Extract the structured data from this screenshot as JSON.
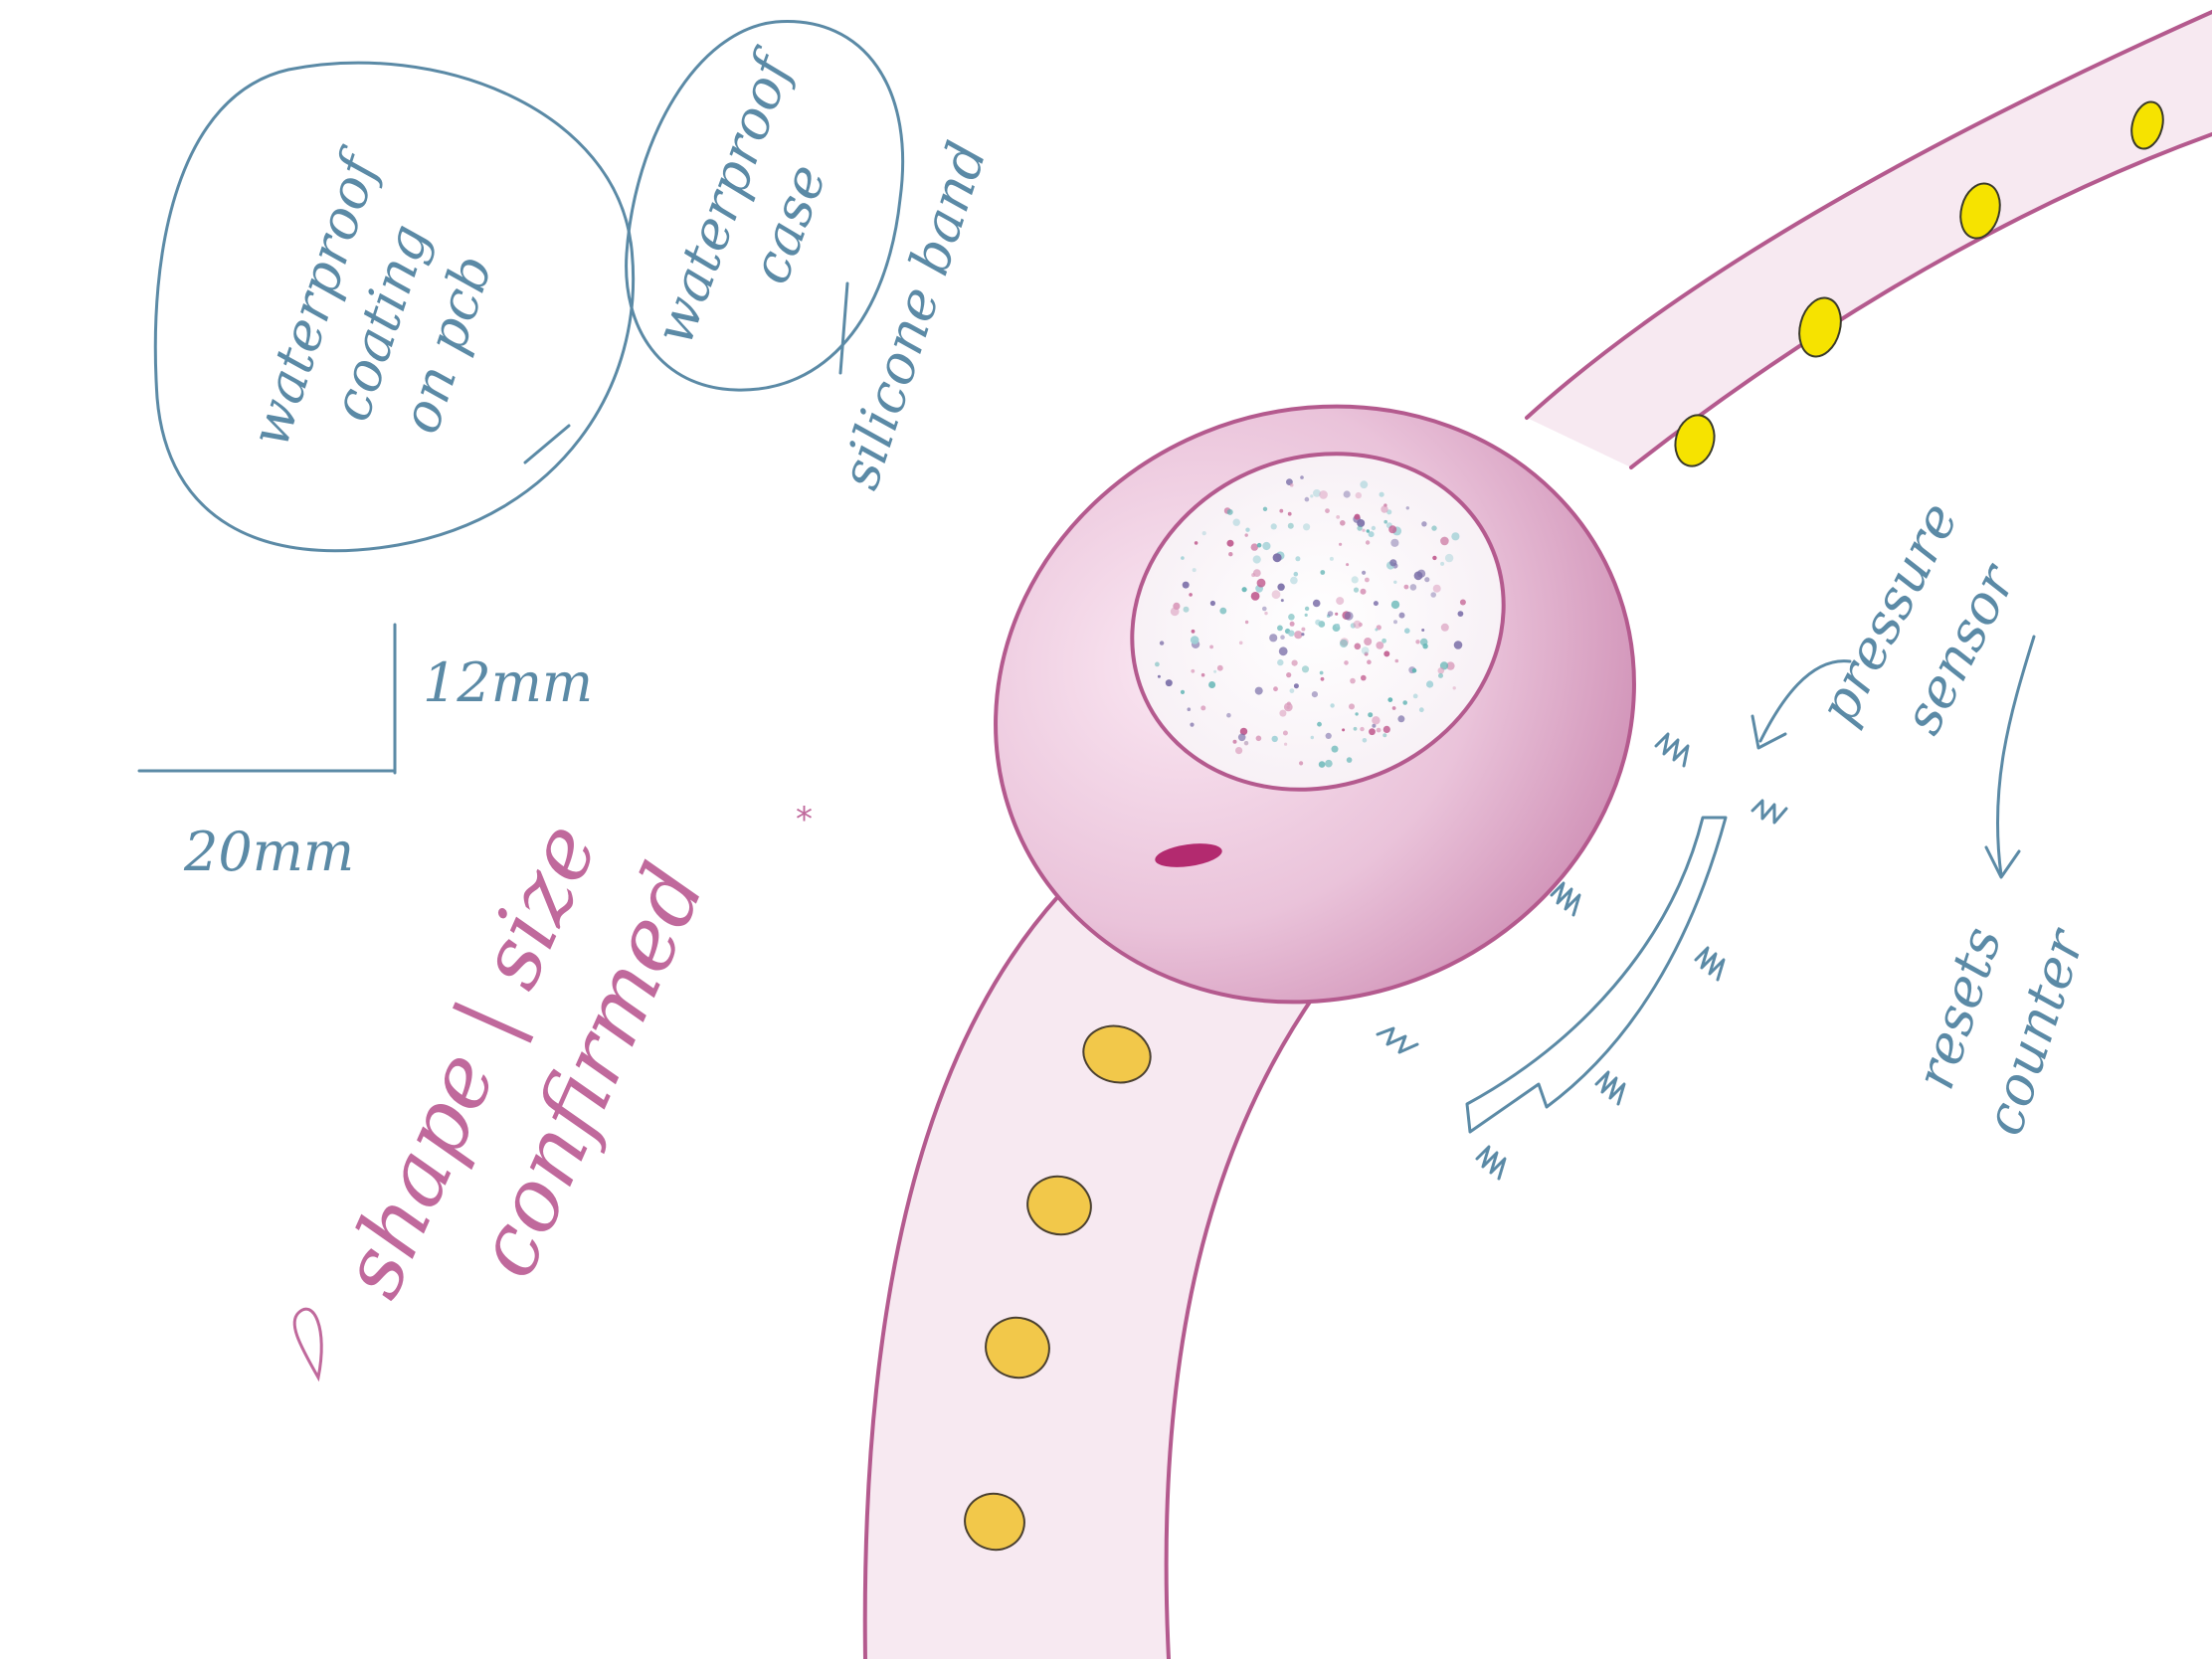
{
  "labels": {
    "coating": [
      "waterproof",
      "coating",
      "on pcb"
    ],
    "case": [
      "waterproof",
      "case"
    ],
    "band": "silicone band",
    "height": "12mm",
    "width": "20mm",
    "confirmed": [
      "shape | size",
      "confirmed"
    ],
    "sensor": [
      "pressure",
      "sensor"
    ],
    "resets": [
      "resets",
      "counter"
    ]
  },
  "colors": {
    "blue_ink": "#5b8aa6",
    "pink_ink": "#c0699c",
    "band": "#b45a8e",
    "led_yellow": "#f6e300",
    "led_gold": "#f2c84a"
  }
}
